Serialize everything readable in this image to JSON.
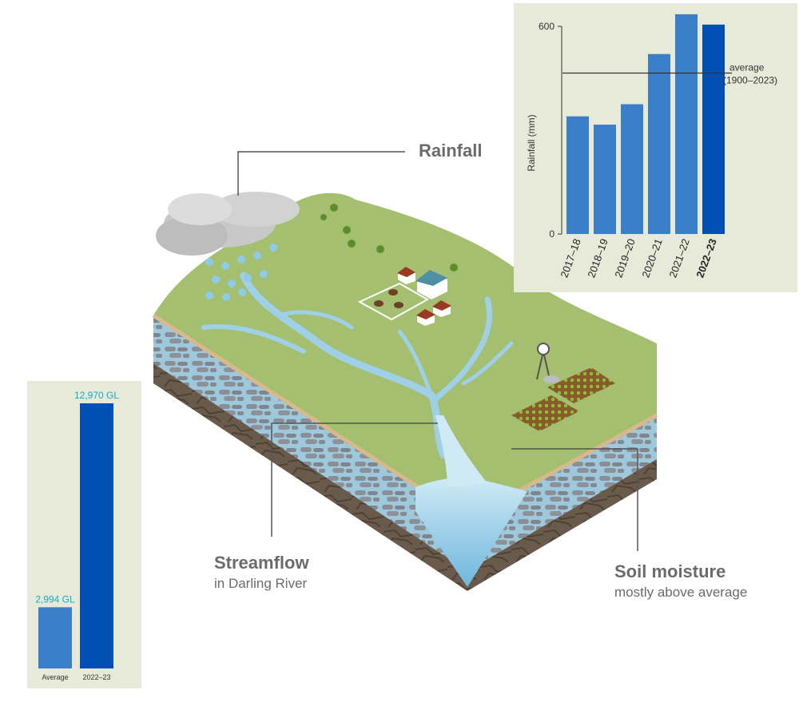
{
  "colors": {
    "panel_bg": "#e8ead9",
    "bar_light": "#3a7fc8",
    "bar_dark": "#0050b4",
    "value_label": "#1ba7c6",
    "callout_text": "#6b6b6b",
    "grass": "#a4bf6f",
    "water": "#9fd0e8"
  },
  "callouts": {
    "rainfall": {
      "title": "Rainfall"
    },
    "streamflow": {
      "title": "Streamflow",
      "subtitle": "in Darling River"
    },
    "soil": {
      "title": "Soil moisture",
      "subtitle": "mostly above average"
    }
  },
  "scene": {
    "icons": [
      "rain-cloud-icon",
      "raindrop-icon",
      "tree-icon",
      "farmhouse-icon",
      "cow-icon",
      "windmill-icon",
      "water-tank-icon",
      "crop-field-icon",
      "river-icon"
    ]
  },
  "chart_data": [
    {
      "type": "bar",
      "categories": [
        "2017–18",
        "2018–19",
        "2019–20",
        "2020–21",
        "2021–22",
        "2022–23"
      ],
      "values": [
        340,
        316,
        375,
        520,
        635,
        605
      ],
      "highlight": "2022–23",
      "title": "",
      "xlabel": "",
      "ylabel": "Rainfall (mm)",
      "ylim": [
        0,
        600
      ],
      "yticks": [
        "0",
        "600"
      ],
      "reference_line": {
        "value": 465,
        "label_line1": "average",
        "label_line2": "(1900–2023)"
      },
      "grid": false
    },
    {
      "type": "bar",
      "categories": [
        "Average",
        "2022–23"
      ],
      "values": [
        2994,
        12970
      ],
      "data_labels": [
        "2,994 GL",
        "12,970 GL"
      ],
      "title": "",
      "xlabel": "",
      "ylabel": "",
      "ylim": [
        0,
        12970
      ],
      "grid": false
    }
  ]
}
